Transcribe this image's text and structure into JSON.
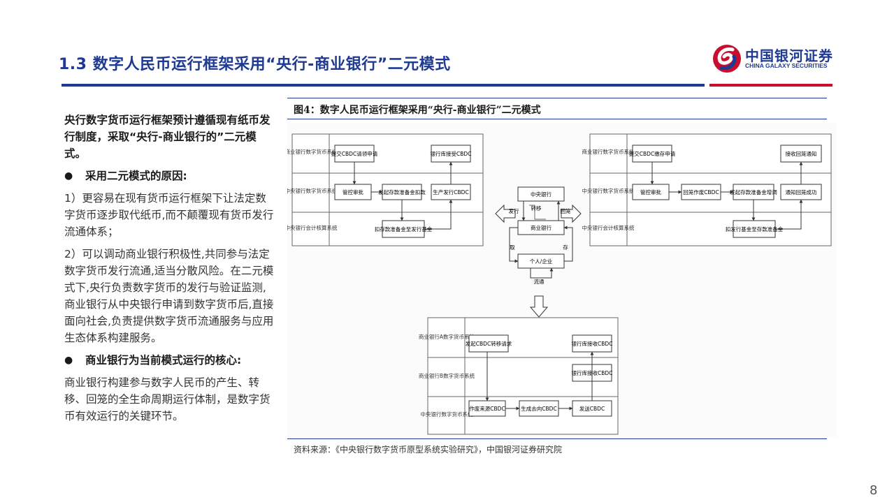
{
  "header": {
    "title": "1.3 数字人民币运行框架采用“央行-商业银行”二元模式",
    "logo_cn": "中国银河证券",
    "logo_en": "CHINA GALAXY SECURITIES"
  },
  "left": {
    "lead": "央行数字货币运行框架预计遵循现有纸币发行制度，采取“央行-商业银行的”二元模式。",
    "bullet1": "采用二元模式的原因:",
    "para1": "1）更容易在现有货币运行框架下让法定数字货币逐步取代纸币,而不颠覆现有货币发行流通体系；",
    "para2": "2）可以调动商业银行积极性,共同参与法定数字货币发行流通,适当分散风险。在二元模式下,央行负责数字货币的发行与验证监测,商业银行从中央银行申请到数字货币后,直接面向社会,负责提供数字货币流通服务与应用生态体系构建服务。",
    "bullet2": "商业银行为当前模式运行的核心:",
    "para3": "商业银行构建参与数字人民币的产生、转移、回笼的全生命周期运行体制，是数字货币有效运行的关键环节。"
  },
  "figure": {
    "title": "图4：数字人民币运行框架采用“央行-商业银行”二元模式",
    "source": "资料来源：《中央银行数字货币原型系统实验研究》，中国银河证券研究院",
    "left_panel": {
      "lanes": [
        "商业银行数字货币系统",
        "中央银行数字货币系统",
        "中央银行会计核算系统"
      ],
      "boxes": [
        "提交CBDC请领申请",
        "银行库接受CBDC",
        "管控审批",
        "发起存款准备金扣款",
        "生产发行CBDC",
        "扣存款准备金至发行基金"
      ]
    },
    "center": {
      "boxes": [
        "中央银行",
        "商业银行",
        "个人/企业"
      ],
      "labels": [
        "发行",
        "转移",
        "回笼",
        "取",
        "存",
        "流通"
      ]
    },
    "right_panel": {
      "lanes": [
        "商业银行数字货币系统",
        "中央银行数字货币系统",
        "中央银行会计核算系统"
      ],
      "boxes": [
        "提交CBDC缴存申请",
        "接收回笼通知",
        "管控审批",
        "回笼作废CBDC",
        "发起存款准备金增调",
        "通知回笼成功",
        "扣发行基金至存款准备金"
      ]
    },
    "bottom_panel": {
      "lanes": [
        "商业银行A数字货币系统",
        "商业银行B数字货币系统",
        "中央银行数字货币系统"
      ],
      "boxes": [
        "发起CBDC转移请求",
        "银行库接收CBDC",
        "银行库接收CBDC",
        "作废来源CBDC",
        "生成去向CBDC",
        "发送CBDC"
      ]
    }
  },
  "page": {
    "number": "8"
  },
  "colors": {
    "brand_blue": "#1f3a93",
    "brand_red": "#c8102e"
  }
}
